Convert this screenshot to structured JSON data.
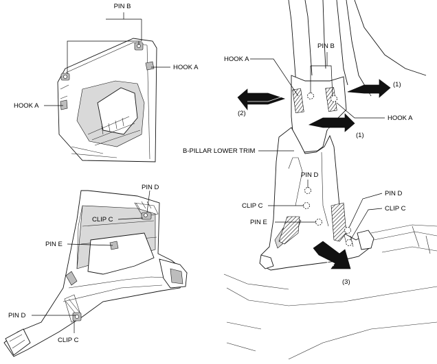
{
  "labels": {
    "tl_pin_b": "PIN B",
    "tl_hook_a_right": "HOOK A",
    "tl_hook_a_left": "HOOK A",
    "bl_pin_d_top": "PIN D",
    "bl_clip_c_top": "CLIP C",
    "bl_pin_e": "PIN E",
    "bl_pin_d_bottom": "PIN D",
    "bl_clip_c_bottom": "CLIP C",
    "r_hook_a_top": "HOOK A",
    "r_pin_b": "PIN B",
    "r_step1_top": "(1)",
    "r_step2": "(2)",
    "r_hook_a_right": "HOOK A",
    "r_step1_mid": "(1)",
    "r_trim": "B-PILLAR LOWER TRIM",
    "r_pin_d_left": "PIN D",
    "r_clip_c_left": "CLIP C",
    "r_pin_e": "PIN E",
    "r_pin_d_right": "PIN D",
    "r_clip_c_right": "CLIP C",
    "r_step3": "(3)"
  }
}
